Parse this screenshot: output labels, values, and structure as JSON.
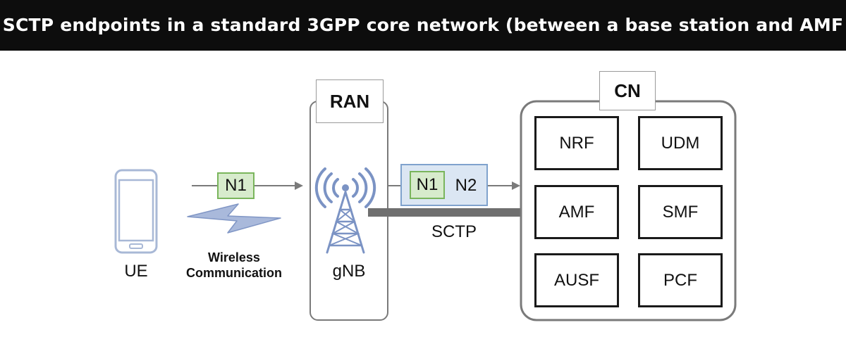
{
  "title": "SCTP endpoints in a standard 3GPP core network (between a base station and AMF",
  "ue": {
    "label": "UE"
  },
  "wireless": {
    "line1": "Wireless",
    "line2": "Communication"
  },
  "ran": {
    "tag": "RAN",
    "node": "gNB",
    "icon": "antenna-tower-icon"
  },
  "cn": {
    "tag": "CN",
    "functions": [
      "NRF",
      "UDM",
      "AMF",
      "SMF",
      "AUSF",
      "PCF"
    ]
  },
  "interfaces": {
    "ue_to_gnb": "N1",
    "gnb_to_cn_inner": "N1",
    "gnb_to_cn_outer": "N2"
  },
  "transport": {
    "label": "SCTP"
  },
  "colors": {
    "n1_fill": "#d7ebcc",
    "n1_border": "#7ab55c",
    "n2_fill": "#dbe6f3",
    "n2_border": "#7fa2cd",
    "antenna": "#7b93c4",
    "sctp_bar": "#6f6f6f"
  }
}
